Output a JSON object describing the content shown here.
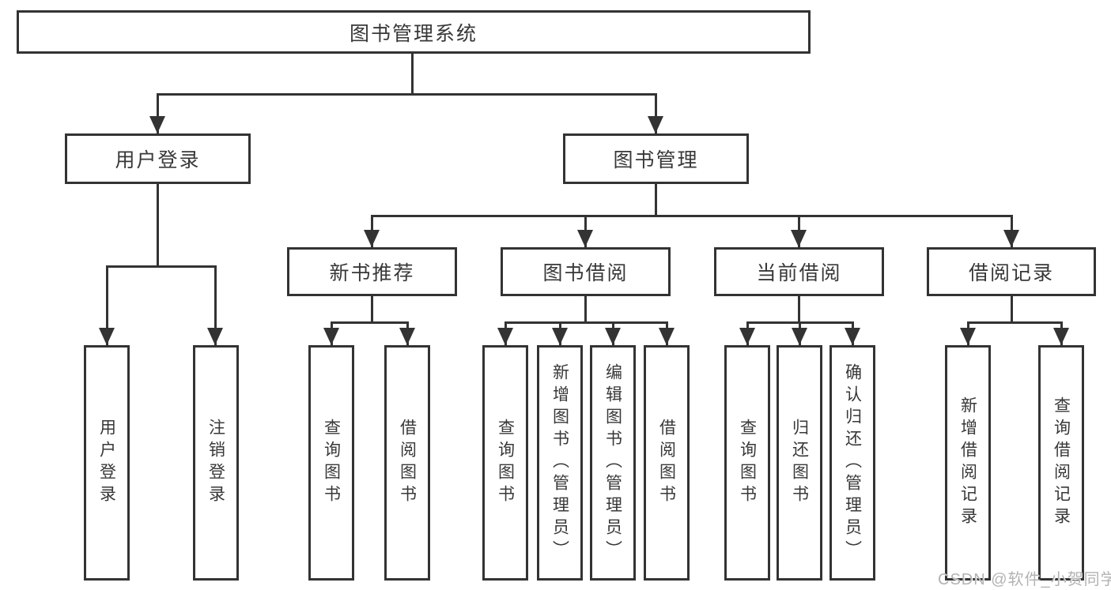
{
  "diagram": {
    "root": {
      "label": "图书管理系统"
    },
    "level2": [
      {
        "label": "用户登录"
      },
      {
        "label": "图书管理"
      }
    ],
    "level3": [
      {
        "label": "新书推荐"
      },
      {
        "label": "图书借阅"
      },
      {
        "label": "当前借阅"
      },
      {
        "label": "借阅记录"
      }
    ],
    "leaves": {
      "userLogin": [
        "用户登录",
        "注销登录"
      ],
      "newBook": [
        "查询图书",
        "借阅图书"
      ],
      "bookBorrow": [
        "查询图书",
        "新增图书（管理员）",
        "编辑图书（管理员）",
        "借阅图书"
      ],
      "currentBorrow": [
        "查询图书",
        "归还图书",
        "确认归还（管理员）"
      ],
      "borrowRecord": [
        "新增借阅记录",
        "查询借阅记录"
      ]
    }
  },
  "watermark": "CSDN @软件_小贺同学",
  "colors": {
    "line": "#333333",
    "text": "#383838",
    "watermark": "#b3b3b3",
    "background": "#ffffff"
  }
}
